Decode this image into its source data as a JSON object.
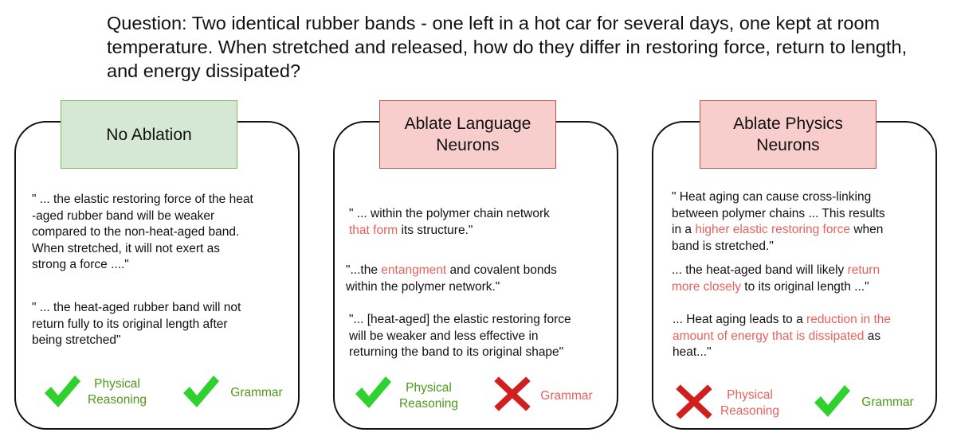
{
  "question": "Question: Two identical rubber bands - one left in a hot car for several days, one kept at room temperature. When stretched and released, how do they differ in restoring force, return to length, and energy dissipated?",
  "panels": [
    {
      "title": "No Ablation",
      "quotes": [
        {
          "segments": [
            {
              "t": "\" ... the elastic restoring force of the heat\n-aged rubber band will be weaker\ncompared to the non-heat-aged band.\nWhen stretched, it will not exert as\nstrong a force ....\"",
              "hl": false
            }
          ]
        },
        {
          "segments": [
            {
              "t": "\" ... the heat-aged rubber band will not\nreturn fully to its original length after\nbeing stretched\"",
              "hl": false
            }
          ]
        }
      ],
      "results": [
        {
          "label": "Physical\nReasoning",
          "mark": "check-icon",
          "status": "pass"
        },
        {
          "label": "Grammar",
          "mark": "check-icon",
          "status": "pass"
        }
      ]
    },
    {
      "title": "Ablate Language\nNeurons",
      "quotes": [
        {
          "segments": [
            {
              "t": " \" ... within the polymer chain network\n",
              "hl": false
            },
            {
              "t": "that form",
              "hl": true
            },
            {
              "t": " its structure.\"",
              "hl": false
            }
          ]
        },
        {
          "segments": [
            {
              "t": "\"...the ",
              "hl": false
            },
            {
              "t": "entangment",
              "hl": true
            },
            {
              "t": " and covalent bonds\nwithin the polymer network.\"",
              "hl": false
            }
          ]
        },
        {
          "segments": [
            {
              "t": "\"... [heat-aged] the elastic restoring force\nwill be weaker and less effective in\nreturning the band to its original shape\"",
              "hl": false
            }
          ]
        }
      ],
      "results": [
        {
          "label": "Physical\nReasoning",
          "mark": "check-icon",
          "status": "pass"
        },
        {
          "label": "Grammar",
          "mark": "cross-icon",
          "status": "fail"
        }
      ]
    },
    {
      "title": "Ablate Physics\nNeurons",
      "quotes": [
        {
          "segments": [
            {
              "t": "\" Heat aging can cause cross-linking\nbetween polymer chains ... This results\nin a ",
              "hl": false
            },
            {
              "t": "higher elastic restoring force",
              "hl": true
            },
            {
              "t": " when\nband is stretched.\"",
              "hl": false
            }
          ]
        },
        {
          "segments": [
            {
              "t": "... the heat-aged band will likely ",
              "hl": false
            },
            {
              "t": "return\nmore closely",
              "hl": true
            },
            {
              "t": " to its original length ...\"",
              "hl": false
            }
          ]
        },
        {
          "segments": [
            {
              "t": " ... Heat aging leads to a ",
              "hl": false
            },
            {
              "t": "reduction in the\namount of energy that is dissipated",
              "hl": true
            },
            {
              "t": " as\nheat...\"",
              "hl": false
            }
          ]
        }
      ],
      "results": [
        {
          "label": "Physical\nReasoning",
          "mark": "cross-icon",
          "status": "fail"
        },
        {
          "label": "Grammar",
          "mark": "check-icon",
          "status": "pass"
        }
      ]
    }
  ],
  "colors": {
    "highlight": "#e8615d",
    "pass": "#4d9a1a",
    "check": "#2fd12f",
    "cross": "#d11e1e",
    "head_green": "#d5e8d4",
    "head_red": "#f8cecc"
  }
}
